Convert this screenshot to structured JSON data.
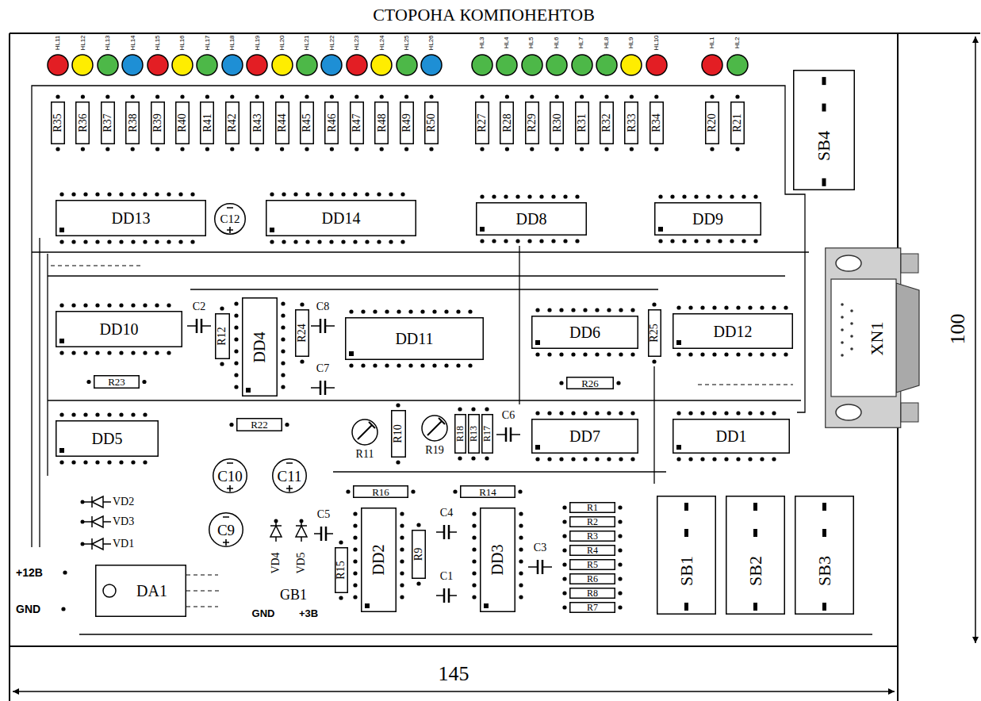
{
  "diagram": {
    "title": "СТОРОНА КОМПОНЕНТОВ",
    "nodes": [
      {
        "text": [
          "HL11"
        ]
      },
      {
        "text": [
          "HL12"
        ]
      },
      {
        "text": [
          "HL13"
        ]
      },
      {
        "text": [
          "HL14"
        ]
      },
      {
        "text": [
          "HL15"
        ]
      },
      {
        "text": [
          "HL16"
        ]
      },
      {
        "text": [
          "HL17"
        ]
      },
      {
        "text": [
          "HL18"
        ]
      },
      {
        "text": [
          "HL19"
        ]
      },
      {
        "text": [
          "HL20"
        ]
      },
      {
        "text": [
          "HL21"
        ]
      },
      {
        "text": [
          "HL22"
        ]
      },
      {
        "text": [
          "HL23"
        ]
      },
      {
        "text": [
          "HL24"
        ]
      },
      {
        "text": [
          "HL25"
        ]
      },
      {
        "text": [
          "HL26"
        ]
      },
      {
        "text": [
          "HL3"
        ]
      },
      {
        "text": [
          "HL4"
        ]
      },
      {
        "text": [
          "HL5"
        ]
      },
      {
        "text": [
          "HL6"
        ]
      },
      {
        "text": [
          "HL7"
        ]
      },
      {
        "text": [
          "HL8"
        ]
      },
      {
        "text": [
          "HL9"
        ]
      },
      {
        "text": [
          "HL10"
        ]
      },
      {
        "text": [
          "HL1"
        ]
      },
      {
        "text": [
          "HL2"
        ]
      },
      {
        "text": [
          "SB4"
        ]
      },
      {
        "text": [
          "R35"
        ]
      },
      {
        "text": [
          "R36"
        ]
      },
      {
        "text": [
          "R37"
        ]
      },
      {
        "text": [
          "R38"
        ]
      },
      {
        "text": [
          "R39"
        ]
      },
      {
        "text": [
          "R40"
        ]
      },
      {
        "text": [
          "R41"
        ]
      },
      {
        "text": [
          "R42"
        ]
      },
      {
        "text": [
          "R43"
        ]
      },
      {
        "text": [
          "R44"
        ]
      },
      {
        "text": [
          "R45"
        ]
      },
      {
        "text": [
          "R46"
        ]
      },
      {
        "text": [
          "R47"
        ]
      },
      {
        "text": [
          "R48"
        ]
      },
      {
        "text": [
          "R49"
        ]
      },
      {
        "text": [
          "R50"
        ]
      },
      {
        "text": [
          "R27"
        ]
      },
      {
        "text": [
          "R28"
        ]
      },
      {
        "text": [
          "R29"
        ]
      },
      {
        "text": [
          "R30"
        ]
      },
      {
        "text": [
          "R31"
        ]
      },
      {
        "text": [
          "R32"
        ]
      },
      {
        "text": [
          "R33"
        ]
      },
      {
        "text": [
          "R34"
        ]
      },
      {
        "text": [
          "R20"
        ]
      },
      {
        "text": [
          "R21"
        ]
      },
      {
        "text": [
          "DD13"
        ]
      },
      {
        "text": [
          "C12"
        ]
      },
      {
        "text": [
          "DD14"
        ]
      },
      {
        "text": [
          "DD8"
        ]
      },
      {
        "text": [
          "DD9"
        ]
      },
      {
        "text": [
          "XN1"
        ]
      },
      {
        "text": [
          "DD10"
        ]
      },
      {
        "text": [
          "C2"
        ]
      },
      {
        "text": [
          "R12"
        ]
      },
      {
        "text": [
          "DD4"
        ]
      },
      {
        "text": [
          "R24"
        ]
      },
      {
        "text": [
          "C8"
        ]
      },
      {
        "text": [
          "DD11"
        ]
      },
      {
        "text": [
          "DD6"
        ]
      },
      {
        "text": [
          "R25"
        ]
      },
      {
        "text": [
          "DD12"
        ]
      },
      {
        "text": [
          "C7"
        ]
      },
      {
        "text": [
          "R23"
        ]
      },
      {
        "text": [
          "R26"
        ]
      },
      {
        "text": [
          "DD5"
        ]
      },
      {
        "text": [
          "R22"
        ]
      },
      {
        "text": [
          "R11"
        ]
      },
      {
        "text": [
          "R10"
        ]
      },
      {
        "text": [
          "R19"
        ]
      },
      {
        "text": [
          "R18"
        ]
      },
      {
        "text": [
          "R13"
        ]
      },
      {
        "text": [
          "R17"
        ]
      },
      {
        "text": [
          "C6"
        ]
      },
      {
        "text": [
          "DD7"
        ]
      },
      {
        "text": [
          "DD1"
        ]
      },
      {
        "text": [
          "C10"
        ]
      },
      {
        "text": [
          "C11"
        ]
      },
      {
        "text": [
          "R16"
        ]
      },
      {
        "text": [
          "R14"
        ]
      },
      {
        "text": [
          "VD2"
        ]
      },
      {
        "text": [
          "C5"
        ]
      },
      {
        "text": [
          "C4"
        ]
      },
      {
        "text": [
          "VD3"
        ]
      },
      {
        "text": [
          "R1"
        ]
      },
      {
        "text": [
          "R2"
        ]
      },
      {
        "text": [
          "R3"
        ]
      },
      {
        "text": [
          "C9"
        ]
      },
      {
        "text": [
          "VD4"
        ]
      },
      {
        "text": [
          "VD5"
        ]
      },
      {
        "text": [
          "DD2"
        ]
      },
      {
        "text": [
          "R9"
        ]
      },
      {
        "text": [
          "DD3"
        ]
      },
      {
        "text": [
          "C3"
        ]
      },
      {
        "text": [
          "R4"
        ]
      },
      {
        "text": [
          "VD1"
        ]
      },
      {
        "text": [
          "R5"
        ]
      },
      {
        "text": [
          "R15"
        ]
      },
      {
        "text": [
          "C1"
        ]
      },
      {
        "text": [
          "R6"
        ]
      },
      {
        "text": [
          "R8"
        ]
      },
      {
        "text": [
          "R7"
        ]
      },
      {
        "text": [
          "DA1"
        ]
      },
      {
        "text": [
          "SB1"
        ]
      },
      {
        "text": [
          "SB2"
        ]
      },
      {
        "text": [
          "SB3"
        ]
      }
    ],
    "labels": [
      "+12В",
      "GND",
      "GB1",
      "GND",
      "+3В",
      "145",
      "100"
    ]
  }
}
